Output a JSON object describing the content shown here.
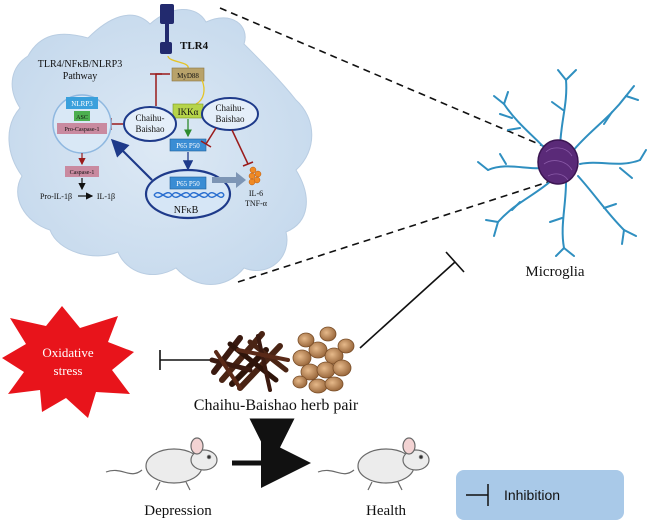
{
  "cell": {
    "pathway_title_line1": "TLR4/NFκB/NLRP3",
    "pathway_title_line2": "Pathway",
    "receptor_label": "TLR4",
    "myd88_label": "MyD88",
    "ikk_label": "IKKα",
    "p65p50_upper": "P65 P50",
    "p65p50_lower": "P65 P50",
    "nfkb_label": "NFκB",
    "nlrp3_label": "NLRP3",
    "asc_label": "ASC",
    "pro_caspase_label": "Pro-Caspase-1",
    "caspase_label": "Caspase-1",
    "pro_il_label": "Pro-IL-1β",
    "il_label": "IL-1β",
    "chaihu_left_line1": "Chaihu-",
    "chaihu_left_line2": "Baishao",
    "chaihu_right_line1": "Chaihu-",
    "chaihu_right_line2": "Baishao",
    "cytokine_line1": "IL-6",
    "cytokine_line2": "TNF-α"
  },
  "microglia_label": "Microglia",
  "oxidative_line1": "Oxidative",
  "oxidative_line2": "stress",
  "herb_pair_label": "Chaihu-Baishao herb pair",
  "depression_label": "Depression",
  "health_label": "Health",
  "legend_label": "Inhibition",
  "colors": {
    "cell_fill": "#cfe0f0",
    "inhibit_red": "#c0262a",
    "activate_blue": "#1e3a8a",
    "starburst": "#e8141b",
    "legend_fill": "#a9c9e8",
    "microglia_blue": "#2f8fc0",
    "microglia_body": "#5a2a78"
  },
  "icons": [
    "tlr4-receptor-icon",
    "dna-helix-icon",
    "cytokine-cluster-icon",
    "microglia-icon",
    "mouse-icon",
    "herb-icon",
    "seed-icon",
    "inhibition-symbol-icon"
  ]
}
